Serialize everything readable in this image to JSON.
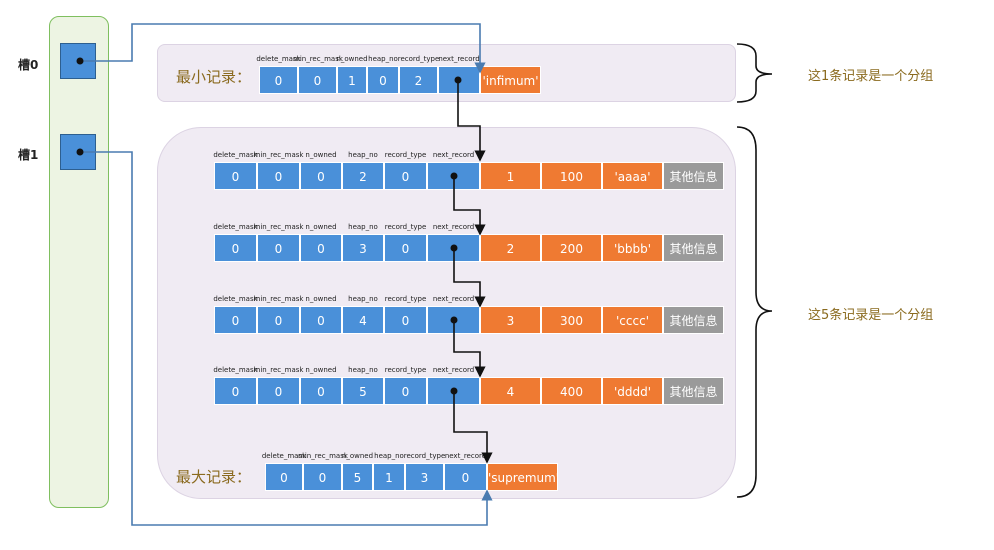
{
  "slots": [
    {
      "label": "槽0"
    },
    {
      "label": "槽1"
    }
  ],
  "min_record": {
    "label": "最小记录：",
    "header_values": [
      "0",
      "0",
      "1",
      "0",
      "2"
    ],
    "payload": "'infimum'"
  },
  "max_record": {
    "label": "最大记录：",
    "header_values": [
      "0",
      "0",
      "5",
      "1",
      "3",
      "0"
    ],
    "payload": "'supremum'"
  },
  "header_fields": [
    "delete_mask",
    "min_rec_mask",
    "n_owned",
    "heap_no",
    "record_type",
    "next_record"
  ],
  "records": [
    {
      "header_values": [
        "0",
        "0",
        "0",
        "2",
        "0"
      ],
      "id": "1",
      "value": "100",
      "str": "'aaaa'",
      "other": "其他信息"
    },
    {
      "header_values": [
        "0",
        "0",
        "0",
        "3",
        "0"
      ],
      "id": "2",
      "value": "200",
      "str": "'bbbb'",
      "other": "其他信息"
    },
    {
      "header_values": [
        "0",
        "0",
        "0",
        "4",
        "0"
      ],
      "id": "3",
      "value": "300",
      "str": "'cccc'",
      "other": "其他信息"
    },
    {
      "header_values": [
        "0",
        "0",
        "0",
        "5",
        "0"
      ],
      "id": "4",
      "value": "400",
      "str": "'dddd'",
      "other": "其他信息"
    }
  ],
  "groups": [
    {
      "text": "这1条记录是一个分组"
    },
    {
      "text": "这5条记录是一个分组"
    }
  ],
  "colors": {
    "header_cell": "#4a90d9",
    "data_cell": "#ef7a32",
    "other_cell": "#9a9a9a",
    "dir_bg": "#edf4e3",
    "dir_border": "#7fbf5f",
    "panel_bg": "#f0ebf3"
  }
}
